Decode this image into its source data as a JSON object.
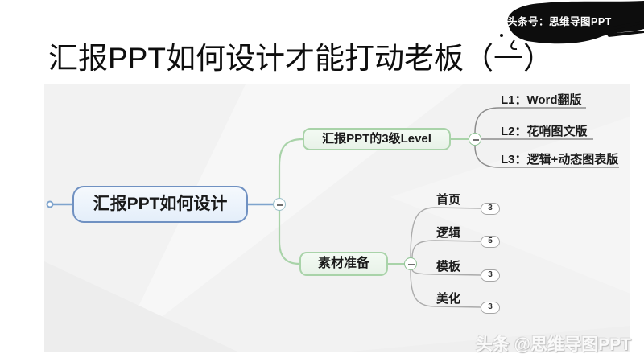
{
  "slide": {
    "title": "汇报PPT如何设计才能打动老板（一）",
    "header_badge": "头条号：思维导图PPT",
    "watermark": "头条 @思维导图PPT"
  },
  "mindmap": {
    "root": {
      "label": "汇报PPT如何设计"
    },
    "branches": [
      {
        "label": "汇报PPT的3级Level",
        "children": [
          {
            "label": "L1：Word翻版"
          },
          {
            "label": "L2：花哨图文版"
          },
          {
            "label": "L3：逻辑+动态图表版"
          }
        ]
      },
      {
        "label": "素材准备",
        "children": [
          {
            "label": "首页",
            "count": "3"
          },
          {
            "label": "逻辑",
            "count": "5"
          },
          {
            "label": "模板",
            "count": "3"
          },
          {
            "label": "美化",
            "count": "3"
          }
        ]
      }
    ]
  },
  "colors": {
    "root_border": "#7091c2",
    "branch_border": "#a9d3a9",
    "blue_connector": "#7fa4cd",
    "green_connector": "#a9d3a9",
    "gray_connector": "#9a9a9a",
    "canvas_bg": "#f2f2f2",
    "ink_black": "#0d0d0d"
  }
}
